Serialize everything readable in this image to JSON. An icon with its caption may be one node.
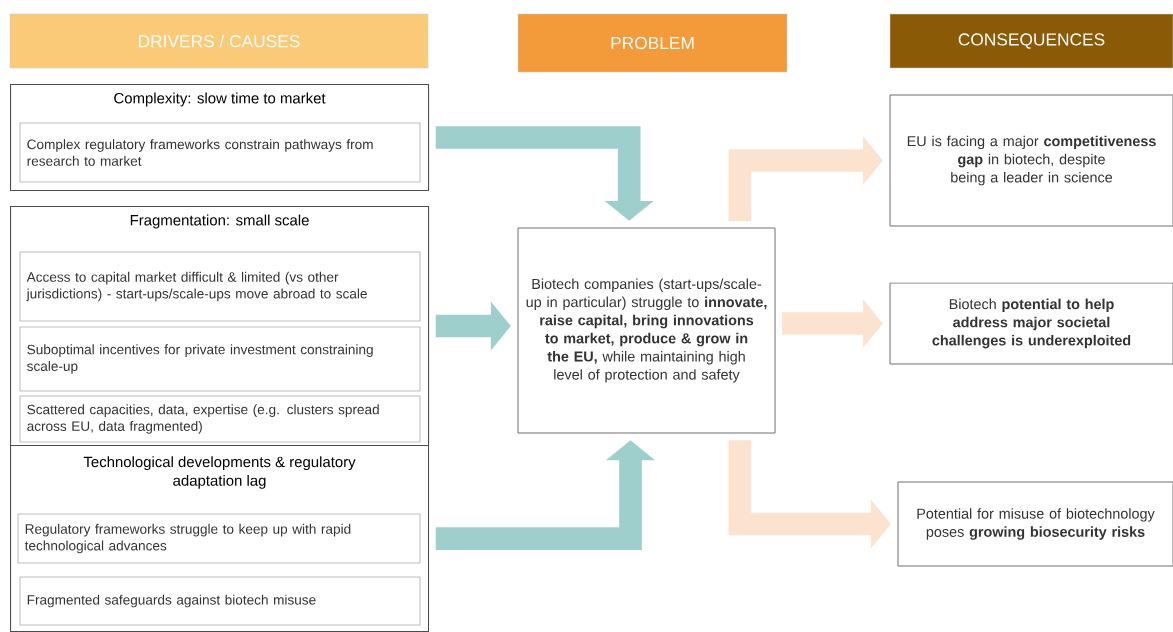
{
  "diagram": {
    "nodes": [
      {
        "text": [
          "DRIVERS / CAUSES"
        ]
      },
      {
        "text": [
          "PROBLEM"
        ]
      },
      {
        "text": [
          "CONSEQUENCES"
        ]
      },
      {
        "text": [
          "Complexity: slow time to market"
        ]
      },
      {
        "text": [
          "Complex regulatory frameworks constrain pathways from research to market"
        ],
        "in": 3
      },
      {
        "text": [
          "Fragmentation: small scale"
        ]
      },
      {
        "text": [
          "Access to capital market difficult & limited (vs other jurisdictions) - start-ups/scale-ups move abroad to scale"
        ],
        "in": 5
      },
      {
        "text": [
          "Suboptimal incentives for private investment constraining scale-up"
        ],
        "in": 5
      },
      {
        "text": [
          "Scattered capacities, data, expertise (e.g. clusters spread across EU, data fragmented)"
        ],
        "in": 5
      },
      {
        "text": [
          "Technological developments & regulatory adaptation lag"
        ]
      },
      {
        "text": [
          "Regulatory frameworks struggle to keep up with rapid technological advances"
        ],
        "in": 9
      },
      {
        "text": [
          "Fragmented safeguards against biotech misuse"
        ],
        "in": 9
      },
      {
        "text": [
          "Biotech companies (start-ups/scale-up in particular) struggle to **innovate, raise capital, bring innovations to market, produce & grow in the EU,** while maintaining high level of protection and safety"
        ]
      },
      {
        "text": [
          "EU is facing a major **competitiveness gap** in biotech, despite being a leader in science"
        ]
      },
      {
        "text": [
          "Biotech **potential to help address major societal challenges is underexploited**"
        ]
      },
      {
        "text": [
          "Potential for misuse of biotechnology poses **growing biosecurity risks**"
        ]
      }
    ],
    "edges": [
      {
        "from": 3,
        "to": 12,
        "arrow": "to",
        "color": "#9fcfcc"
      },
      {
        "from": 5,
        "to": 12,
        "arrow": "to",
        "color": "#9fcfcc"
      },
      {
        "from": 9,
        "to": 12,
        "arrow": "to",
        "color": "#9fcfcc"
      },
      {
        "from": 12,
        "to": 13,
        "arrow": "to",
        "color": "#fce3cf"
      },
      {
        "from": 12,
        "to": 14,
        "arrow": "to",
        "color": "#fce3cf"
      },
      {
        "from": 12,
        "to": 15,
        "arrow": "to",
        "color": "#fce3cf"
      }
    ]
  }
}
